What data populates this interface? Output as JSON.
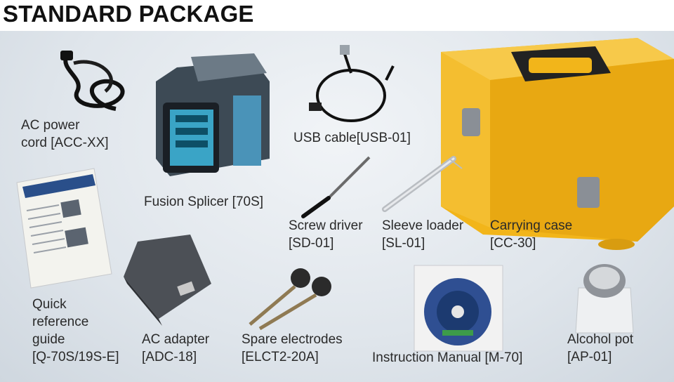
{
  "title": "STANDARD PACKAGE",
  "items": [
    {
      "id": "ac-power-cord",
      "lines": [
        "AC power",
        "cord [ACC-XX]"
      ]
    },
    {
      "id": "fusion-splicer",
      "lines": [
        "Fusion Splicer [70S]"
      ]
    },
    {
      "id": "usb-cable",
      "lines": [
        "USB cable[USB-01]"
      ]
    },
    {
      "id": "screw-driver",
      "lines": [
        "Screw driver",
        "[SD-01]"
      ]
    },
    {
      "id": "sleeve-loader",
      "lines": [
        "Sleeve loader",
        "[SL-01]"
      ]
    },
    {
      "id": "carrying-case",
      "lines": [
        "Carrying case",
        "[CC-30]"
      ]
    },
    {
      "id": "quick-reference-guide",
      "lines": [
        "Quick",
        "reference",
        "guide",
        "[Q-70S/19S-E]"
      ]
    },
    {
      "id": "ac-adapter",
      "lines": [
        "AC adapter",
        "[ADC-18]"
      ]
    },
    {
      "id": "spare-electrodes",
      "lines": [
        "Spare electrodes",
        "[ELCT2-20A]"
      ]
    },
    {
      "id": "instruction-manual",
      "lines": [
        "Instruction Manual [M-70]"
      ]
    },
    {
      "id": "alcohol-pot",
      "lines": [
        "Alcohol pot",
        "[AP-01]"
      ]
    }
  ]
}
